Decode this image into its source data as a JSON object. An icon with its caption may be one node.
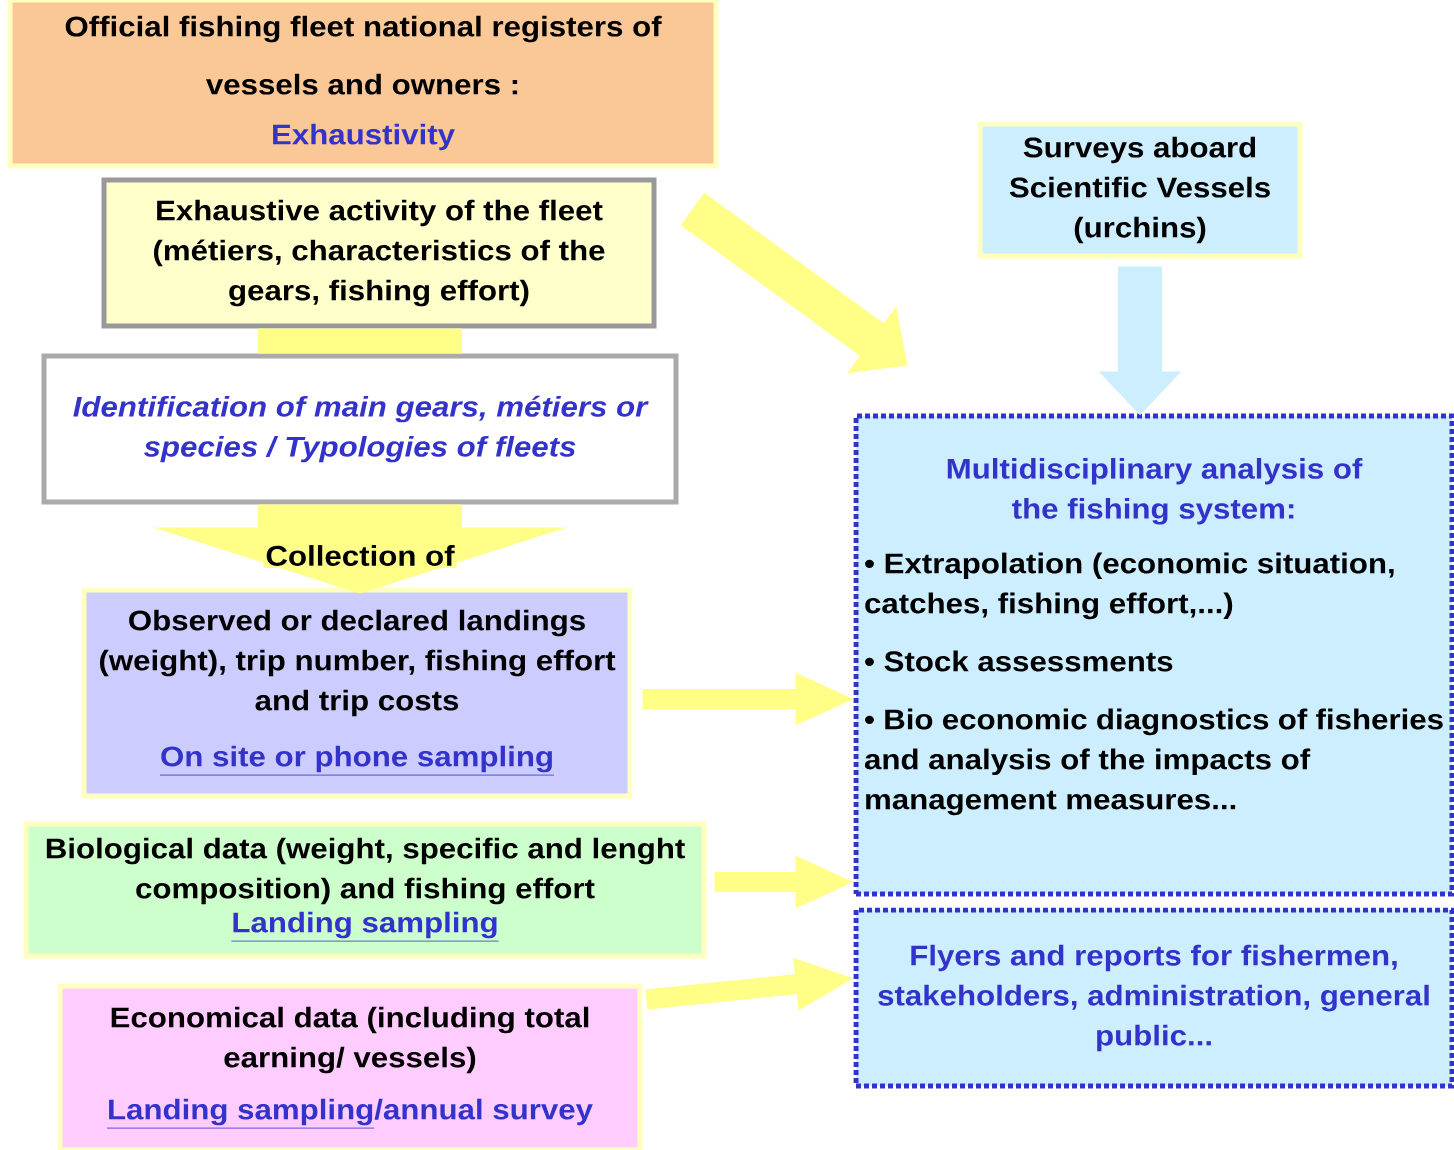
{
  "diagram": {
    "nodes": [
      {
        "text": [
          "Official fishing fleet national registers of vessels and owners :",
          "Exhaustivity"
        ]
      },
      {
        "text": [
          "Exhaustive activity of the fleet (métiers, characteristics of the gears, fishing effort)"
        ]
      },
      {
        "text": [
          "Identification of main gears, métiers or species / Typologies of fleets"
        ]
      },
      {
        "text": [
          "Observed or declared landings (weight), trip number, fishing effort and trip costs",
          "On site or phone sampling"
        ]
      },
      {
        "text": [
          "Biological data (weight, specific and lenght composition) and fishing effort",
          "Landing sampling"
        ]
      },
      {
        "text": [
          "Economical data (including total earning/ vessels)",
          "Landing sampling",
          "/annual survey"
        ]
      },
      {
        "text": [
          "Surveys aboard Scientific Vessels (urchins)"
        ]
      },
      {
        "text": [
          "Multidisciplinary analysis of the fishing system:",
          "• Extrapolation (economic situation, catches, fishing effort,...)",
          "• Stock assessments",
          "• Bio economic diagnostics of fisheries and analysis of the impacts of management measures..."
        ]
      },
      {
        "text": [
          "Flyers and reports for fishermen, stakeholders, administration, general public..."
        ]
      }
    ],
    "edges": [
      {
        "from": 1,
        "to": 2,
        "arrow": "none",
        "style": "thick"
      },
      {
        "from": 2,
        "to": 3,
        "arrow": "to",
        "label": "Collection of",
        "style": "thick"
      },
      {
        "from": 1,
        "to": 7,
        "arrow": "to",
        "style": "thick"
      },
      {
        "from": 6,
        "to": 7,
        "arrow": "to",
        "style": "thick",
        "color": "#cceeff"
      },
      {
        "from": 3,
        "to": 7,
        "arrow": "to"
      },
      {
        "from": 4,
        "to": 7,
        "arrow": "to"
      },
      {
        "from": 5,
        "to": 8,
        "arrow": "to"
      }
    ]
  }
}
